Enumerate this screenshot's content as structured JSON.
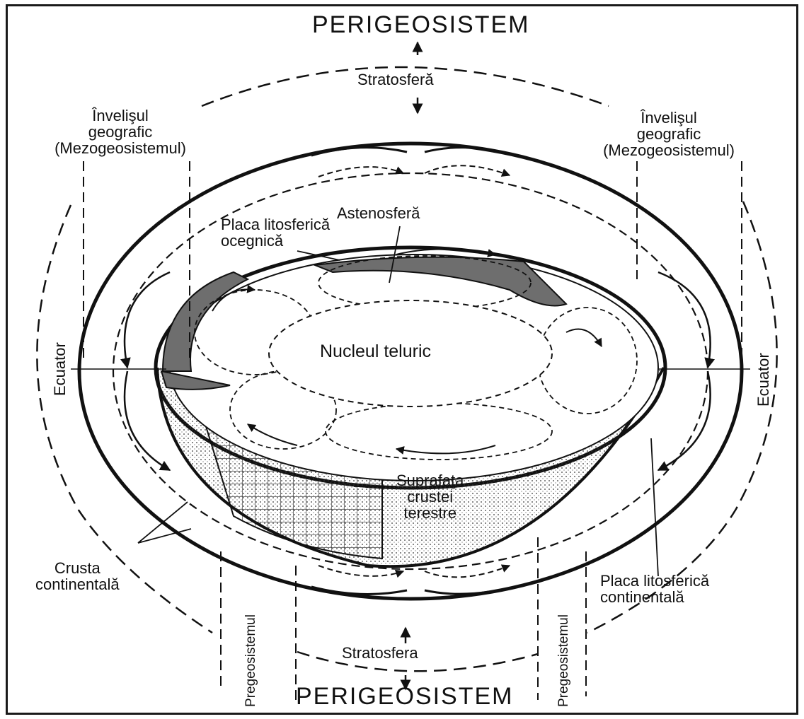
{
  "title_top": "PERIGEOSISTEM",
  "title_bottom": "PERIGEOSISTEM",
  "stratosphere_top": "Stratosferă",
  "stratosphere_bottom": "Stratosfera",
  "geo_envelope_left": "Învelişul\ngeografic\n(Mezogeosistemul)",
  "geo_envelope_right": "Învelişul\ngeografic\n(Mezogeosistemul)",
  "asthenosphere": "Astenosferă",
  "oceanic_plate": "Placa litosferică\nocegnică",
  "nucleus": "Nucleul   teluric",
  "equator_left": "Ecuator",
  "equator_right": "Ecuator",
  "crust_surface": "Suprafaţa\ncrustei\nterestre",
  "continental_crust": "Crusta\ncontinentală",
  "continental_plate": "Placa litosferică\ncontinentală",
  "pregeo_left": "Pregeosistemul",
  "pregeo_right": "Pregeosistemul",
  "colors": {
    "ink": "#111111",
    "plate_fill": "#6e6e6e",
    "paper": "#ffffff"
  }
}
